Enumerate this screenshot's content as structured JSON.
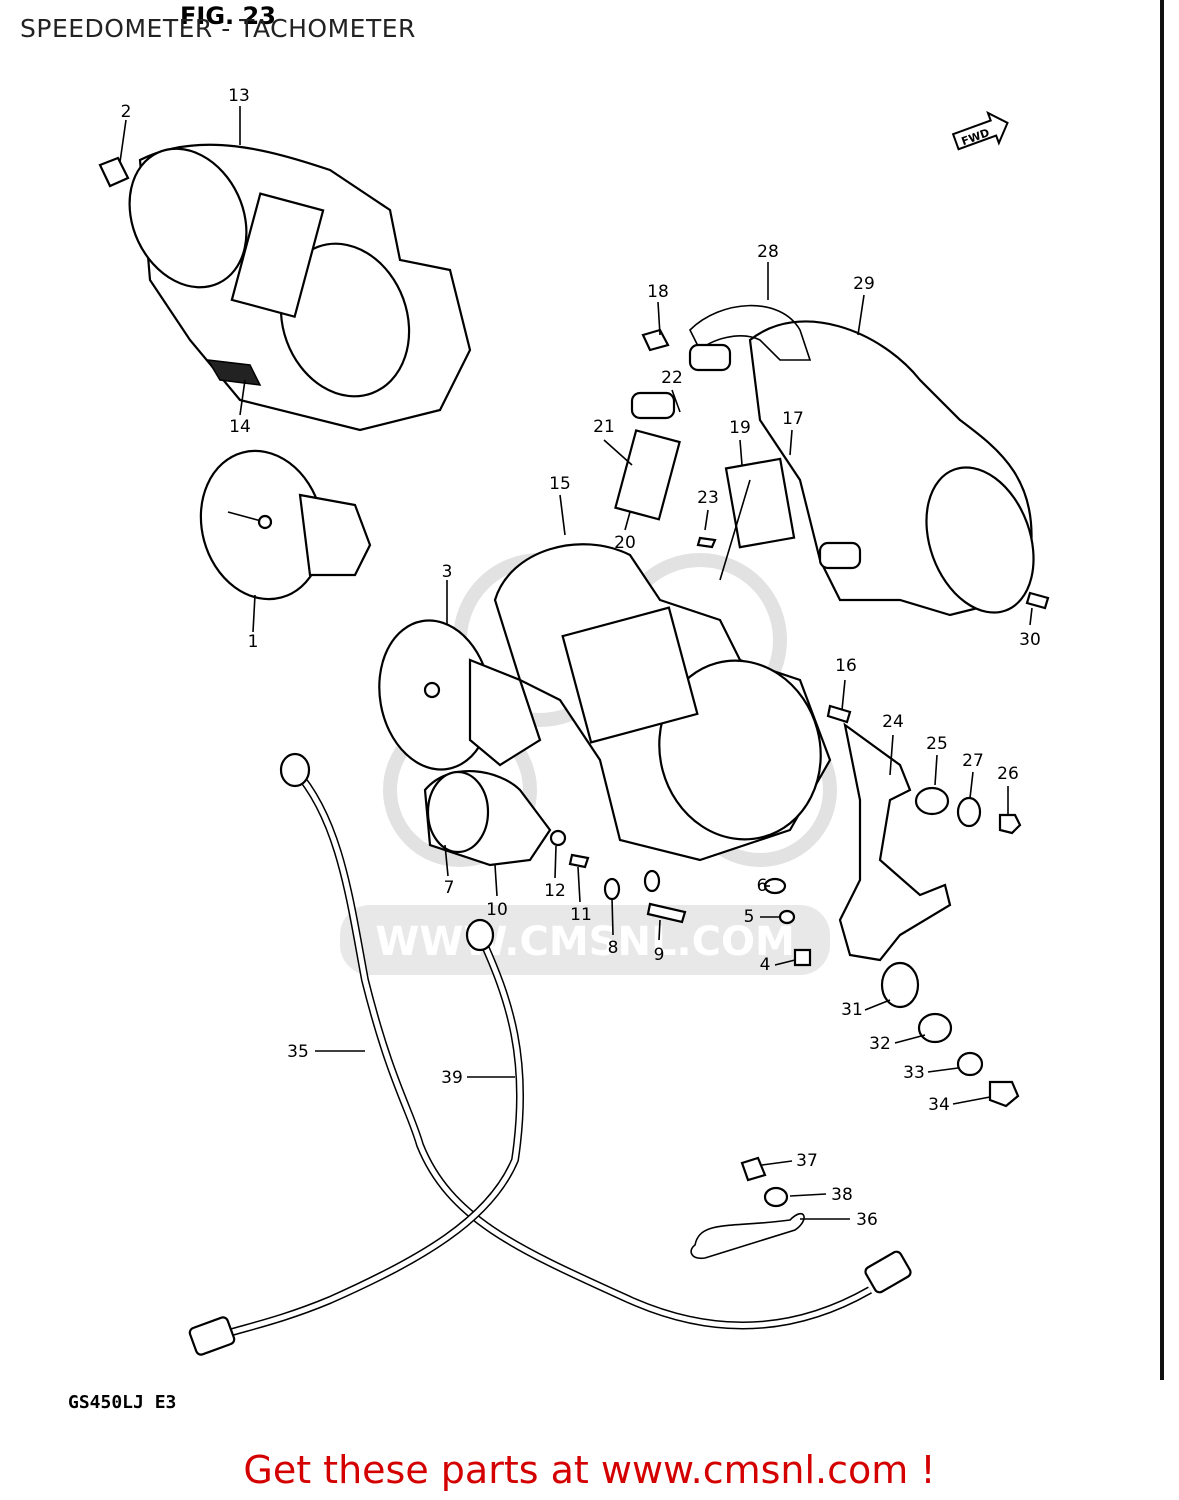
{
  "header": {
    "title": "SPEEDOMETER - TACHOMETER",
    "fig": "FIG. 23"
  },
  "diagram": {
    "fwd_label": "FWD",
    "model": "GS450LJ  E3",
    "watermark": "WWW.CMSNL.COM",
    "callouts": [
      "1",
      "2",
      "3",
      "4",
      "5",
      "6",
      "7",
      "8",
      "9",
      "10",
      "11",
      "12",
      "13",
      "14",
      "15",
      "16",
      "17",
      "18",
      "19",
      "20",
      "21",
      "22",
      "23",
      "24",
      "25",
      "26",
      "27",
      "28",
      "29",
      "30",
      "31",
      "32",
      "33",
      "34",
      "35",
      "36",
      "37",
      "38",
      "39"
    ]
  },
  "footer": {
    "text": "Get these parts at www.cmsnl.com !"
  }
}
